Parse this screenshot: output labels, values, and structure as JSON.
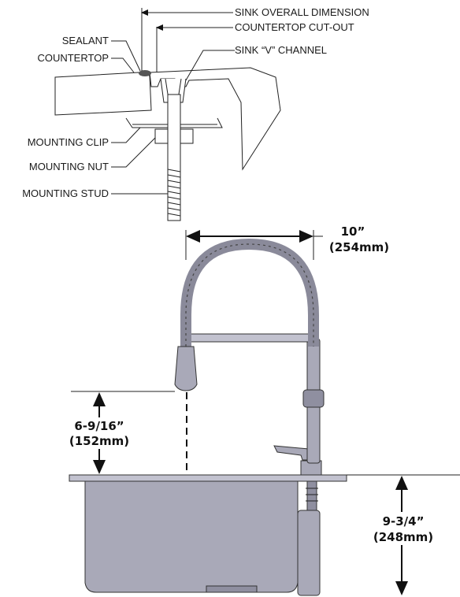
{
  "callouts": {
    "sink_overall_dimension": "SINK OVERALL DIMENSION",
    "countertop_cutout": "COUNTERTOP CUT-OUT",
    "sealant": "SEALANT",
    "countertop": "COUNTERTOP",
    "sink_v_channel": "SINK “V” CHANNEL",
    "mounting_clip": "MOUNTING CLIP",
    "mounting_nut": "MOUNTING NUT",
    "mounting_stud": "MOUNTING STUD"
  },
  "dimensions": {
    "width": {
      "imperial": "10”",
      "metric": "(254mm)"
    },
    "spout_height": {
      "imperial": "6-9/16”",
      "metric": "(152mm)"
    },
    "sink_depth": {
      "imperial": "9-3/4”",
      "metric": "(248mm)"
    }
  },
  "colors": {
    "part_fill": "#a9a9b8",
    "outline": "#222222"
  }
}
